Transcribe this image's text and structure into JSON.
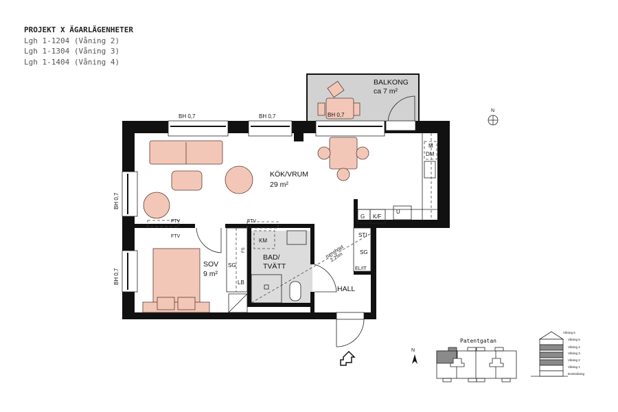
{
  "header": {
    "title": "PROJEKT X ÄGARLÄGENHETER",
    "units": [
      "Lgh 1-1204 (Våning 2)",
      "Lgh 1-1304 (Våning 3)",
      "Lgh 1-1404 (Våning 4)"
    ]
  },
  "rooms": {
    "kitchen_living": {
      "name": "KÖK/VRUM",
      "area": "29 m²"
    },
    "bedroom": {
      "name": "SOV",
      "area": "9 m²"
    },
    "bathroom": {
      "name_line1": "BAD/",
      "name_line2": "TVÄTT"
    },
    "hall": {
      "name": "HALL"
    },
    "balcony": {
      "name": "BALKONG",
      "area": "ca 7 m²"
    }
  },
  "window_labels": {
    "top1": "BH 0,7",
    "top2": "BH 0,7",
    "balcony": "BH 0,7",
    "left1": "BH 0,7",
    "left2": "BH 0,7"
  },
  "fixtures": {
    "g": "G",
    "kf": "K/F",
    "u": "U",
    "m": "M",
    "dm": "DM",
    "km": "KM",
    "sg1": "SG",
    "lb": "LB",
    "fs": "FS",
    "sti": "STI",
    "sg2": "SG",
    "elit": "EL/IT",
    "ftv1": "FTV",
    "ftv2": "FTV",
    "ftv3": "FTV"
  },
  "ceiling_height": {
    "line1": "rumshöjd",
    "line2": "2,25m"
  },
  "compass": {
    "label": "N"
  },
  "site_plan": {
    "street": "Patentgatan",
    "north": "N"
  },
  "section": {
    "floors": [
      "Våning 6",
      "Våning 5",
      "Våning 4",
      "Våning 3",
      "Våning 2",
      "Våning 1",
      "Entrévåning"
    ],
    "highlighted": [
      "Våning 4",
      "Våning 3",
      "Våning 2"
    ],
    "highlight_color": "#8a8a8a"
  },
  "colors": {
    "furniture": "#f3c7b8",
    "wet_room": "#dcdcdc",
    "balcony": "#d2d2d2",
    "walls": "#111111"
  }
}
